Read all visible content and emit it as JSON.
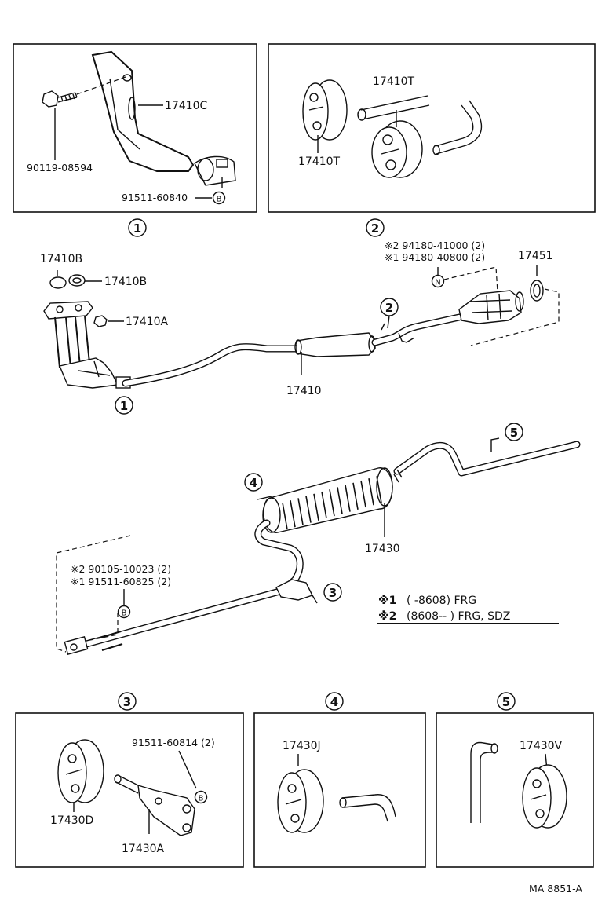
{
  "figure_code": "MA  8851-A",
  "detail_markers": [
    "1",
    "2",
    "3",
    "4",
    "5"
  ],
  "detail1": {
    "bracket": "17410C",
    "bolt": "90119-08594",
    "nut": "91511-60840",
    "nut_symbol": "B"
  },
  "detail2": {
    "insulator_top": "17410T",
    "insulator_left": "17410T"
  },
  "main_upper": {
    "gasket_a": "17410B",
    "gasket_b": "17410B",
    "nut": "17410A",
    "pipe": "17410",
    "gasket_right": "17451",
    "bolt_line1": "※2 94180-41000 (2)",
    "bolt_line2": "※1 94180-40800 (2)",
    "bolt_symbol": "N"
  },
  "main_lower": {
    "muffler": "17430",
    "bolt_line1": "※2 90105-10023 (2)",
    "bolt_line2": "※1 91511-60825 (2)",
    "bolt_symbol": "B"
  },
  "legend": {
    "row1_mark": "※1",
    "row1_text": "(        -8608) FRG",
    "row2_mark": "※2",
    "row2_text": "(8608--         ) FRG, SDZ"
  },
  "detail3": {
    "insulator": "17430D",
    "bracket": "17430A",
    "bolt": "91511-60814 (2)",
    "bolt_symbol": "B"
  },
  "detail4": {
    "insulator": "17430J"
  },
  "detail5": {
    "insulator": "17430V"
  }
}
